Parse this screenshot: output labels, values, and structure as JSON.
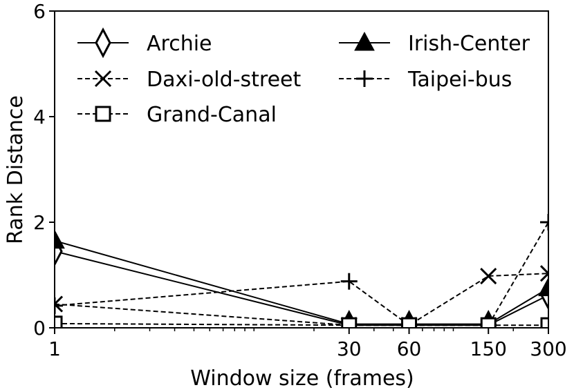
{
  "chart_data": {
    "type": "line",
    "title": "",
    "xlabel": "Window size (frames)",
    "ylabel": "Rank Distance",
    "x_scale": "log",
    "x": [
      1,
      30,
      60,
      150,
      300
    ],
    "x_tick_labels": [
      "1",
      "30",
      "60",
      "150",
      "300"
    ],
    "xlim": [
      1,
      300
    ],
    "ylim": [
      0,
      6
    ],
    "y_ticks": [
      0,
      2,
      4,
      6
    ],
    "y_tick_labels": [
      "0",
      "2",
      "4",
      "6"
    ],
    "grid": false,
    "legend_position": "top",
    "series": [
      {
        "name": "Archie",
        "marker": "diamond",
        "line_style": "solid",
        "values": [
          1.45,
          0.05,
          0.05,
          0.05,
          0.62
        ]
      },
      {
        "name": "Irish-Center",
        "marker": "triangle",
        "line_style": "solid",
        "values": [
          1.65,
          0.07,
          0.07,
          0.07,
          0.75
        ]
      },
      {
        "name": "Daxi-old-street",
        "marker": "x",
        "line_style": "dashed",
        "values": [
          0.45,
          0.05,
          0.05,
          0.98,
          1.03
        ]
      },
      {
        "name": "Taipei-bus",
        "marker": "plus",
        "line_style": "dashed",
        "values": [
          0.42,
          0.88,
          0.05,
          0.05,
          2.0
        ]
      },
      {
        "name": "Grand-Canal",
        "marker": "square",
        "line_style": "dashed",
        "values": [
          0.08,
          0.05,
          0.05,
          0.05,
          0.05
        ]
      }
    ],
    "legend_order": [
      "Archie",
      "Irish-Center",
      "Daxi-old-street",
      "Taipei-bus",
      "Grand-Canal"
    ]
  }
}
